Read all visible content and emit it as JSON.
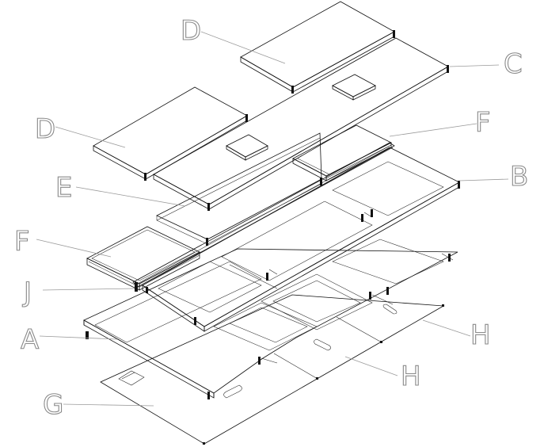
{
  "labels": {
    "A": "A",
    "B": "B",
    "C": "C",
    "D_top": "D",
    "D_left": "D",
    "E": "E",
    "F_right": "F",
    "F_left": "F",
    "G": "G",
    "H_right": "H",
    "H_bottom": "H",
    "J": "J"
  }
}
